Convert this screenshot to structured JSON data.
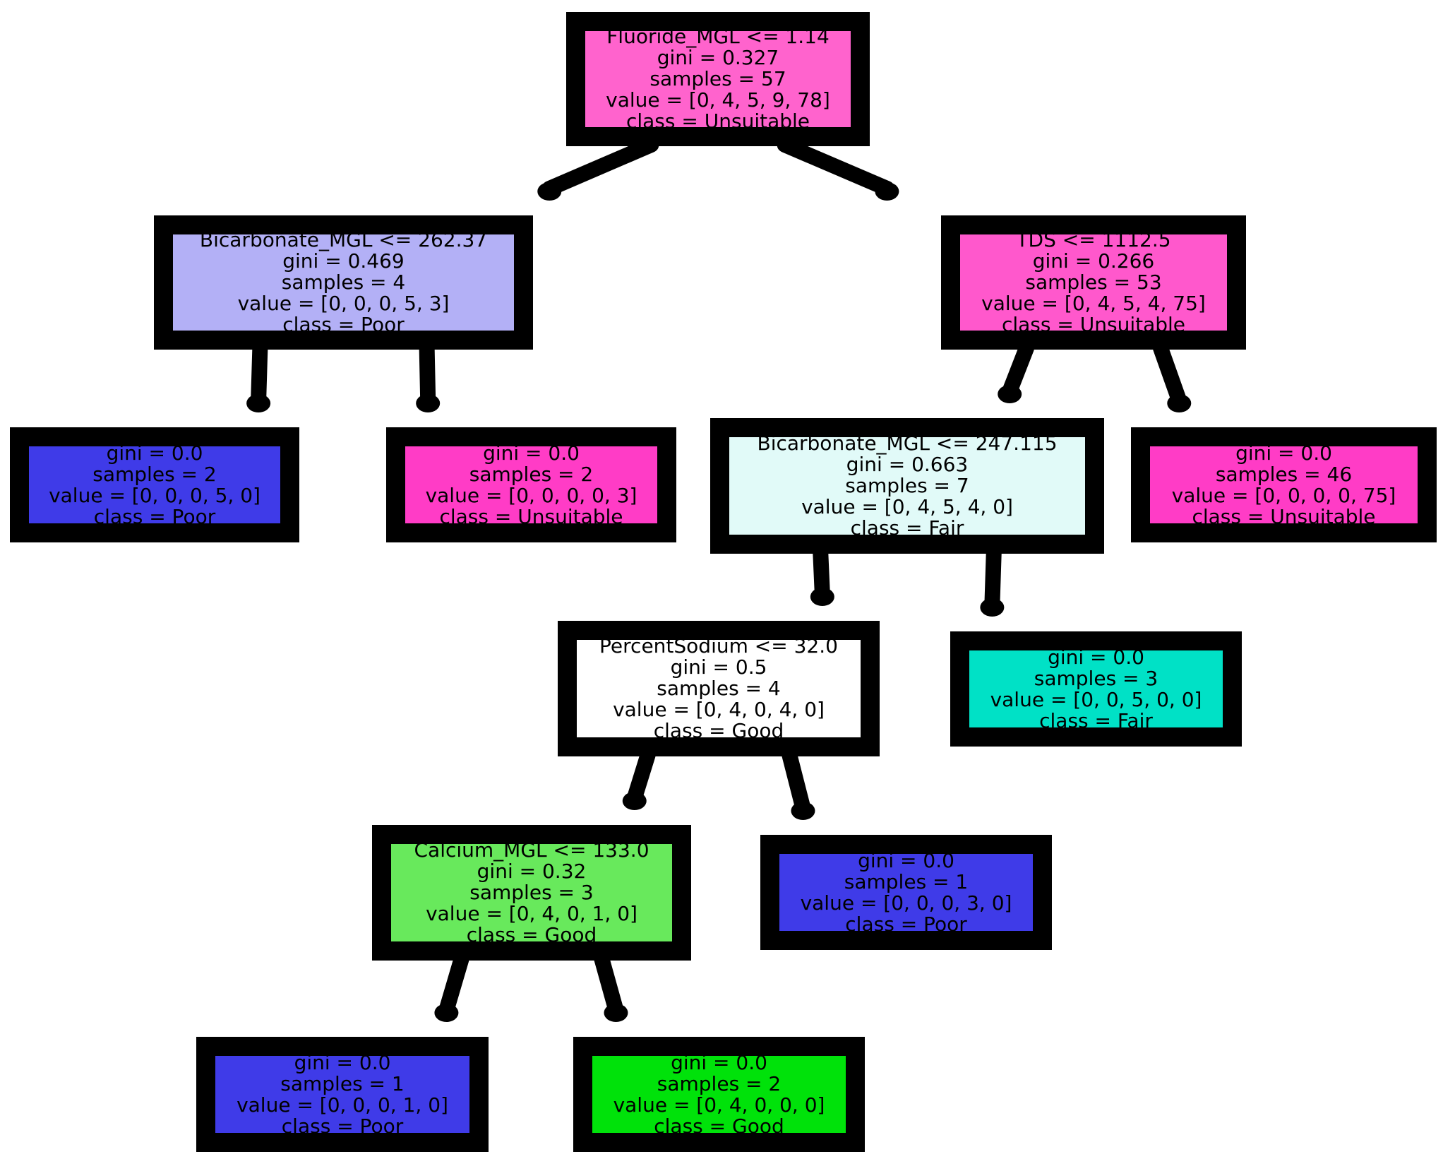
{
  "tree": {
    "nodes": [
      {
        "id": "n0",
        "lines": {
          "split": "Fluoride_MGL <= 1.14",
          "gini": "gini = 0.327",
          "samples": "samples = 57",
          "value": "value = [0, 4, 5, 9, 78]",
          "class": "class = Unsuitable"
        },
        "fill": "#ff63cd"
      },
      {
        "id": "n1",
        "lines": {
          "split": "Bicarbonate_MGL <= 262.37",
          "gini": "gini = 0.469",
          "samples": "samples = 4",
          "value": "value = [0, 0, 0, 5, 3]",
          "class": "class = Poor"
        },
        "fill": "#b3b0f6"
      },
      {
        "id": "n2",
        "lines": {
          "split": "TDS <= 1112.5",
          "gini": "gini = 0.266",
          "samples": "samples = 53",
          "value": "value = [0, 4, 5, 4, 75]",
          "class": "class = Unsuitable"
        },
        "fill": "#ff58cc"
      },
      {
        "id": "n3",
        "lines": {
          "gini": "gini = 0.0",
          "samples": "samples = 2",
          "value": "value = [0, 0, 0, 5, 0]",
          "class": "class = Poor"
        },
        "fill": "#3f3be8"
      },
      {
        "id": "n4",
        "lines": {
          "gini": "gini = 0.0",
          "samples": "samples = 2",
          "value": "value = [0, 0, 0, 0, 3]",
          "class": "class = Unsuitable"
        },
        "fill": "#ff3cc6"
      },
      {
        "id": "n5",
        "lines": {
          "split": "Bicarbonate_MGL <= 247.115",
          "gini": "gini = 0.663",
          "samples": "samples = 7",
          "value": "value = [0, 4, 5, 4, 0]",
          "class": "class = Fair"
        },
        "fill": "#e1faf8"
      },
      {
        "id": "n6",
        "lines": {
          "gini": "gini = 0.0",
          "samples": "samples = 46",
          "value": "value = [0, 0, 0, 0, 75]",
          "class": "class = Unsuitable"
        },
        "fill": "#ff3cc6"
      },
      {
        "id": "n7",
        "lines": {
          "split": "PercentSodium <= 32.0",
          "gini": "gini = 0.5",
          "samples": "samples = 4",
          "value": "value = [0, 4, 0, 4, 0]",
          "class": "class = Good"
        },
        "fill": "#ffffff"
      },
      {
        "id": "n8",
        "lines": {
          "gini": "gini = 0.0",
          "samples": "samples = 3",
          "value": "value = [0, 0, 5, 0, 0]",
          "class": "class = Fair"
        },
        "fill": "#00e1c6"
      },
      {
        "id": "n9",
        "lines": {
          "split": "Calcium_MGL <= 133.0",
          "gini": "gini = 0.32",
          "samples": "samples = 3",
          "value": "value = [0, 4, 0, 1, 0]",
          "class": "class = Good"
        },
        "fill": "#68e95c"
      },
      {
        "id": "n10",
        "lines": {
          "gini": "gini = 0.0",
          "samples": "samples = 1",
          "value": "value = [0, 0, 0, 3, 0]",
          "class": "class = Poor"
        },
        "fill": "#3f3be8"
      },
      {
        "id": "n11",
        "lines": {
          "gini": "gini = 0.0",
          "samples": "samples = 1",
          "value": "value = [0, 0, 0, 1, 0]",
          "class": "class = Poor"
        },
        "fill": "#3f3be8"
      },
      {
        "id": "n12",
        "lines": {
          "gini": "gini = 0.0",
          "samples": "samples = 2",
          "value": "value = [0, 4, 0, 0, 0]",
          "class": "class = Good"
        },
        "fill": "#00e20a"
      }
    ],
    "edges": [
      [
        "n0",
        "n1"
      ],
      [
        "n0",
        "n2"
      ],
      [
        "n1",
        "n3"
      ],
      [
        "n1",
        "n4"
      ],
      [
        "n2",
        "n5"
      ],
      [
        "n2",
        "n6"
      ],
      [
        "n5",
        "n7"
      ],
      [
        "n5",
        "n8"
      ],
      [
        "n7",
        "n9"
      ],
      [
        "n7",
        "n10"
      ],
      [
        "n9",
        "n11"
      ],
      [
        "n9",
        "n12"
      ]
    ]
  }
}
